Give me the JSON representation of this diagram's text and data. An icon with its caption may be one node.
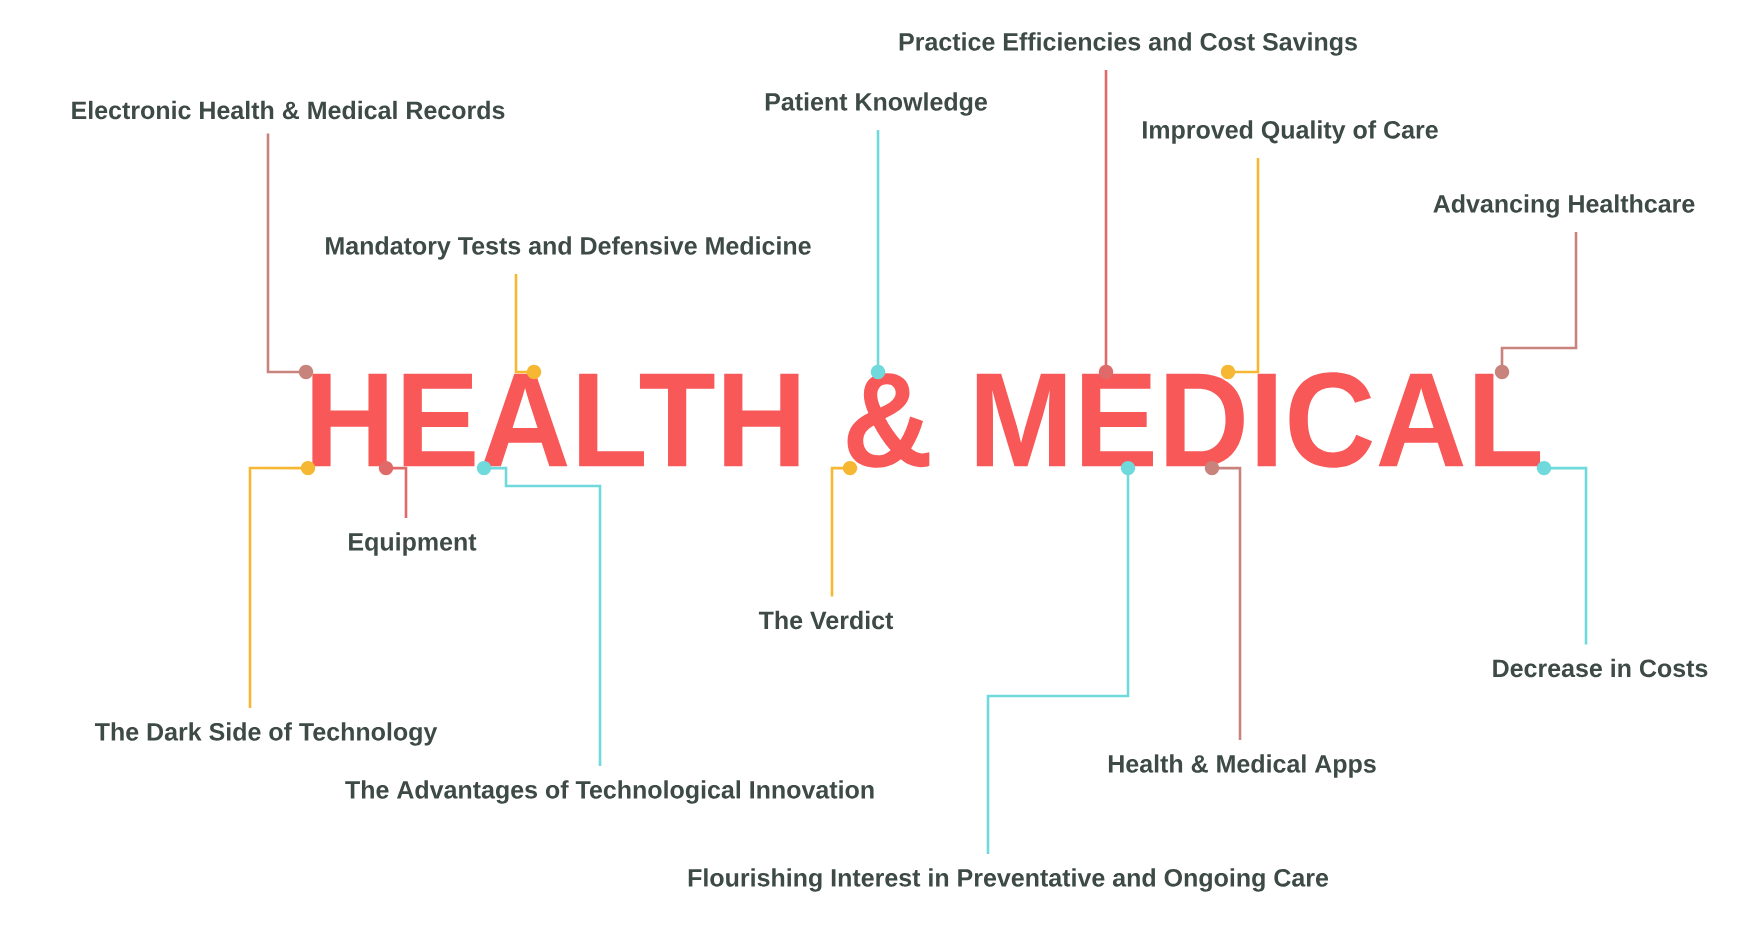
{
  "diagram": {
    "nodes": [
      {
        "text": [
          "HEALTH & MEDICAL"
        ]
      },
      {
        "text": [
          "Practice Efficiencies and Cost Savings"
        ]
      },
      {
        "text": [
          "Patient Knowledge"
        ]
      },
      {
        "text": [
          "Electronic Health & Medical Records"
        ]
      },
      {
        "text": [
          "Improved Quality of Care"
        ]
      },
      {
        "text": [
          "Advancing Healthcare"
        ]
      },
      {
        "text": [
          "Mandatory Tests and Defensive Medicine"
        ]
      },
      {
        "text": [
          "Equipment"
        ]
      },
      {
        "text": [
          "The Verdict"
        ]
      },
      {
        "text": [
          "Decrease in Costs"
        ]
      },
      {
        "text": [
          "The Dark Side of Technology"
        ]
      },
      {
        "text": [
          "Health & Medical Apps"
        ]
      },
      {
        "text": [
          "The Advantages of Technological Innovation"
        ]
      },
      {
        "text": [
          "Flourishing Interest in Preventative and Ongoing Care"
        ]
      }
    ],
    "edges": [
      {
        "from": 1,
        "to": 0,
        "arrow": "other",
        "color": "#e06a6a"
      },
      {
        "from": 2,
        "to": 0,
        "arrow": "other",
        "color": "#6fd9dc"
      },
      {
        "from": 3,
        "to": 0,
        "arrow": "other",
        "color": "#c8847c"
      },
      {
        "from": 4,
        "to": 0,
        "arrow": "other",
        "color": "#f6b733"
      },
      {
        "from": 5,
        "to": 0,
        "arrow": "other",
        "color": "#c8847c"
      },
      {
        "from": 6,
        "to": 0,
        "arrow": "other",
        "color": "#f6b733"
      },
      {
        "from": 7,
        "to": 0,
        "arrow": "other",
        "color": "#e06a6a"
      },
      {
        "from": 8,
        "to": 0,
        "arrow": "other",
        "color": "#f6b733"
      },
      {
        "from": 9,
        "to": 0,
        "arrow": "other",
        "color": "#6fd9dc"
      },
      {
        "from": 10,
        "to": 0,
        "arrow": "other",
        "color": "#f6b733"
      },
      {
        "from": 11,
        "to": 0,
        "arrow": "other",
        "color": "#c8847c"
      },
      {
        "from": 12,
        "to": 0,
        "arrow": "other",
        "color": "#6fd9dc"
      },
      {
        "from": 13,
        "to": 0,
        "arrow": "other",
        "color": "#6fd9dc"
      }
    ]
  }
}
